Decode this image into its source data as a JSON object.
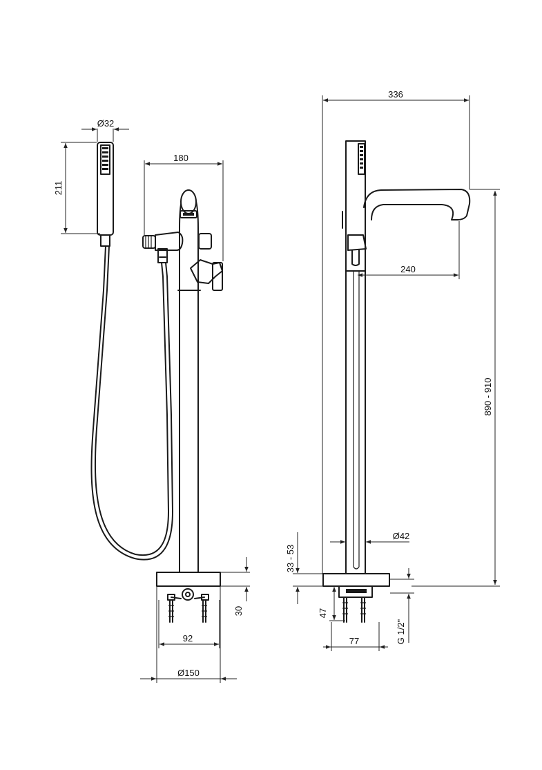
{
  "dimensions": {
    "hand_shower_diameter": "Ø32",
    "hand_shower_length": "211",
    "side_width": "180",
    "base_height": "30",
    "inlet_spacing_side": "92",
    "base_diameter": "Ø150",
    "total_width": "336",
    "spout_reach": "240",
    "total_height": "890 - 910",
    "column_diameter": "Ø42",
    "floor_adjust": "33 - 53",
    "inlet_height": "47",
    "inlet_spacing_front": "77",
    "thread": "G 1/2\""
  }
}
